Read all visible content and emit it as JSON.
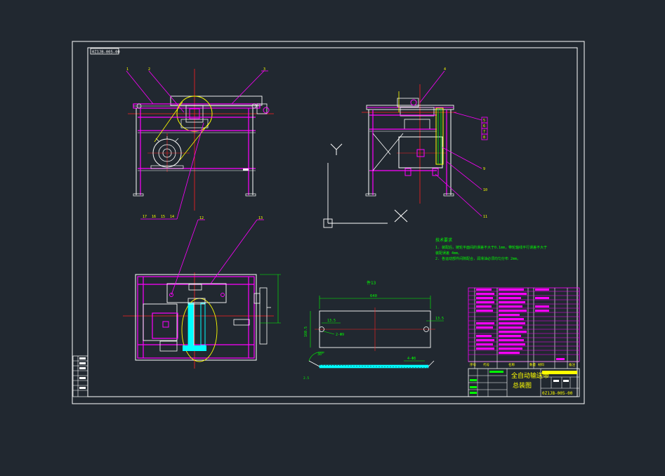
{
  "drawing": {
    "top_left_label": "0Z1JB-005-00",
    "ucs_y_label": "Y",
    "front_view_callouts": [
      "1",
      "2",
      "3"
    ],
    "side_view_callout": "4",
    "side_right_callouts": [
      "5",
      "6",
      "7",
      "8",
      "9",
      "10",
      "11"
    ],
    "front_bottom_callouts": [
      "17",
      "16",
      "15",
      "14"
    ],
    "plan_callouts": [
      "12",
      "13"
    ],
    "notes": {
      "title": "技术要求",
      "lines": [
        "1. 装配后，链轮平面间的误差不大于0.1mm，带轮轴线平行误差不大于",
        "   装配误差 4mm。",
        "2. 各运动部件间隙配合，润滑油必须均匀分布 2mm。"
      ]
    },
    "detail": {
      "title": "件13",
      "dim_length": "640",
      "dim_height": "160.5",
      "dim_left": "13.5",
      "dim_right": "13.5",
      "hole_note": "2-Φ9",
      "angle": "30°",
      "weld_note": "4-Φ8",
      "small_dim": "2.5"
    },
    "title_block": {
      "name_line1": "全自动输送带",
      "name_line2": "总装图",
      "drawing_no": "0Z1JB-005-00",
      "header_cols": [
        "序号",
        "代号",
        "名称",
        "数量",
        "材料",
        "备注"
      ]
    }
  },
  "colors": {
    "background": "#212830",
    "frame": "#ffffff",
    "geometry": "#ff00ff",
    "centerline": "#ff2020",
    "highlight": "#ffff00",
    "annotation": "#00ff00",
    "motor": "#00ffff",
    "callout": "#ff00ff"
  }
}
